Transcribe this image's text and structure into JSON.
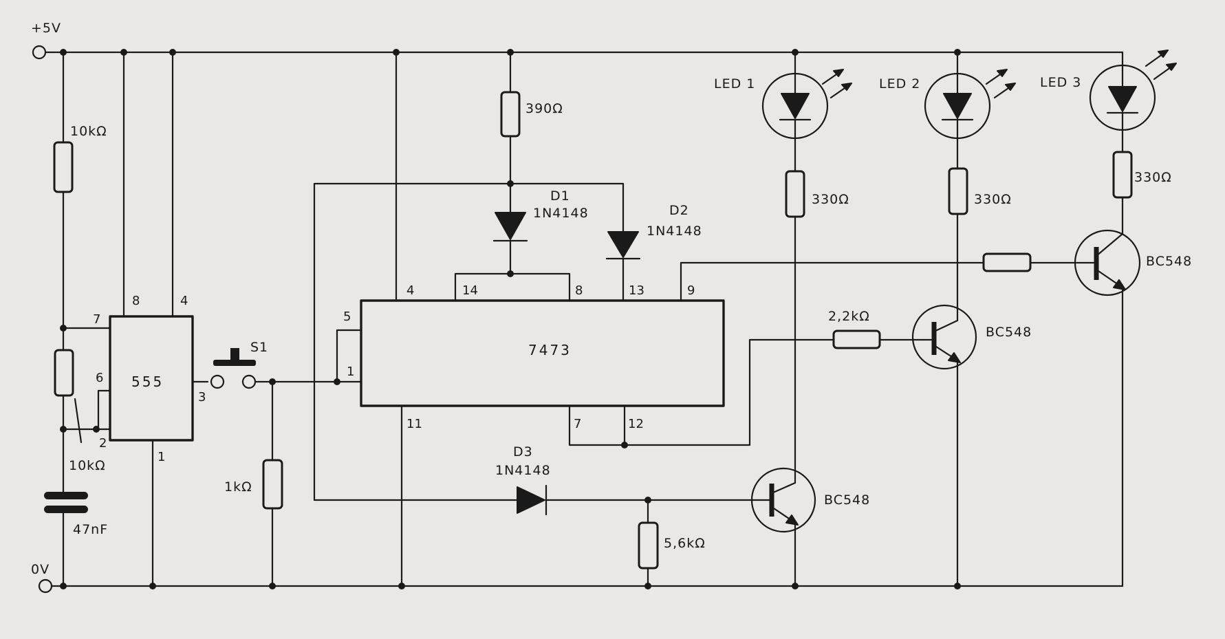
{
  "power": {
    "vcc_label": "+5V",
    "gnd_label": "0V"
  },
  "ic_timer": {
    "label": "555",
    "pins": {
      "p1": "1",
      "p2": "2",
      "p3": "3",
      "p4": "4",
      "p6": "6",
      "p7": "7",
      "p8": "8"
    }
  },
  "ic_flipflop": {
    "label": "7473",
    "pins": {
      "p1": "1",
      "p4": "4",
      "p5": "5",
      "p7": "7",
      "p8": "8",
      "p9": "9",
      "p11": "11",
      "p12": "12",
      "p13": "13",
      "p14": "14"
    }
  },
  "resistors": {
    "r_timing_top": "10kΩ",
    "r_timing_bottom": "10kΩ",
    "r_switch": "1kΩ",
    "r_diode": "390Ω",
    "r_led1": "330Ω",
    "r_led2": "330Ω",
    "r_led3": "330Ω",
    "r_base2": "2,2kΩ",
    "r_base3": "",
    "r_bleed": "5,6kΩ"
  },
  "capacitor": {
    "label": "47nF"
  },
  "switch": {
    "label": "S1"
  },
  "diodes": {
    "d1": {
      "name": "D1",
      "part": "1N4148"
    },
    "d2": {
      "name": "D2",
      "part": "1N4148"
    },
    "d3": {
      "name": "D3",
      "part": "1N4148"
    }
  },
  "leds": {
    "led1": "LED 1",
    "led2": "LED 2",
    "led3": "LED 3"
  },
  "transistors": {
    "q1": "BC548",
    "q2": "BC548",
    "q3": "BC548"
  }
}
